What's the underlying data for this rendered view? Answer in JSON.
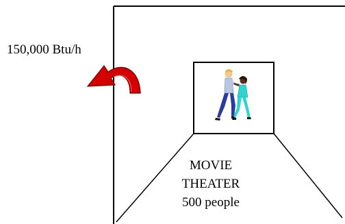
{
  "heat_flow": {
    "label": "150,000 Btu/h",
    "arrow_color": "#cc0000",
    "icon": "curved-arrow-icon"
  },
  "theater": {
    "line1": "MOVIE",
    "line2": "THEATER",
    "line3": "500 people"
  },
  "screen": {
    "icon": "dancing-couple-icon"
  }
}
